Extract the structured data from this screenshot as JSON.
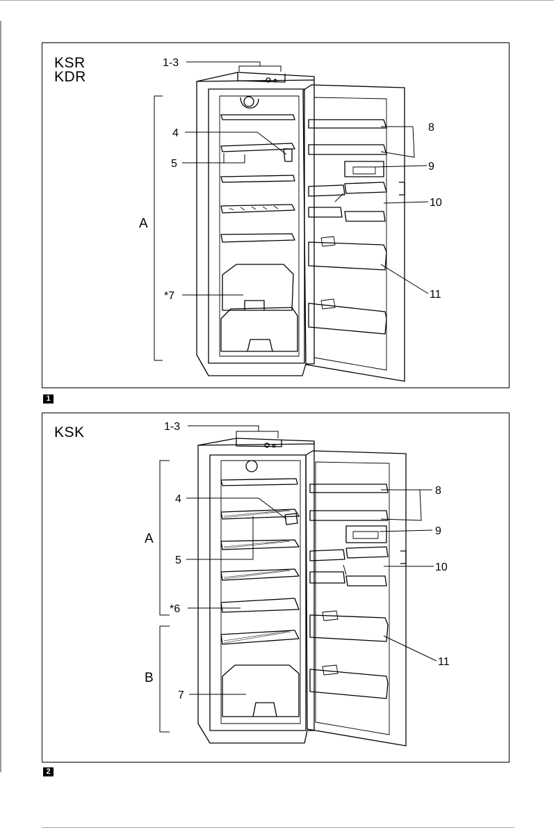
{
  "figures": [
    {
      "badge": "1",
      "models": [
        "KSR",
        "KDR"
      ],
      "labels": {
        "l1_3": "1-3",
        "l4": "4",
        "l5": "5",
        "lA": "A",
        "l7": "*7",
        "l8": "8",
        "l9": "9",
        "l10": "10",
        "l11": "11"
      }
    },
    {
      "badge": "2",
      "models": [
        "KSK"
      ],
      "labels": {
        "l1_3": "1-3",
        "l4": "4",
        "l5": "5",
        "lA": "A",
        "l6": "*6",
        "lB": "B",
        "l7": "7",
        "l8": "8",
        "l9": "9",
        "l10": "10",
        "l11": "11"
      }
    }
  ]
}
